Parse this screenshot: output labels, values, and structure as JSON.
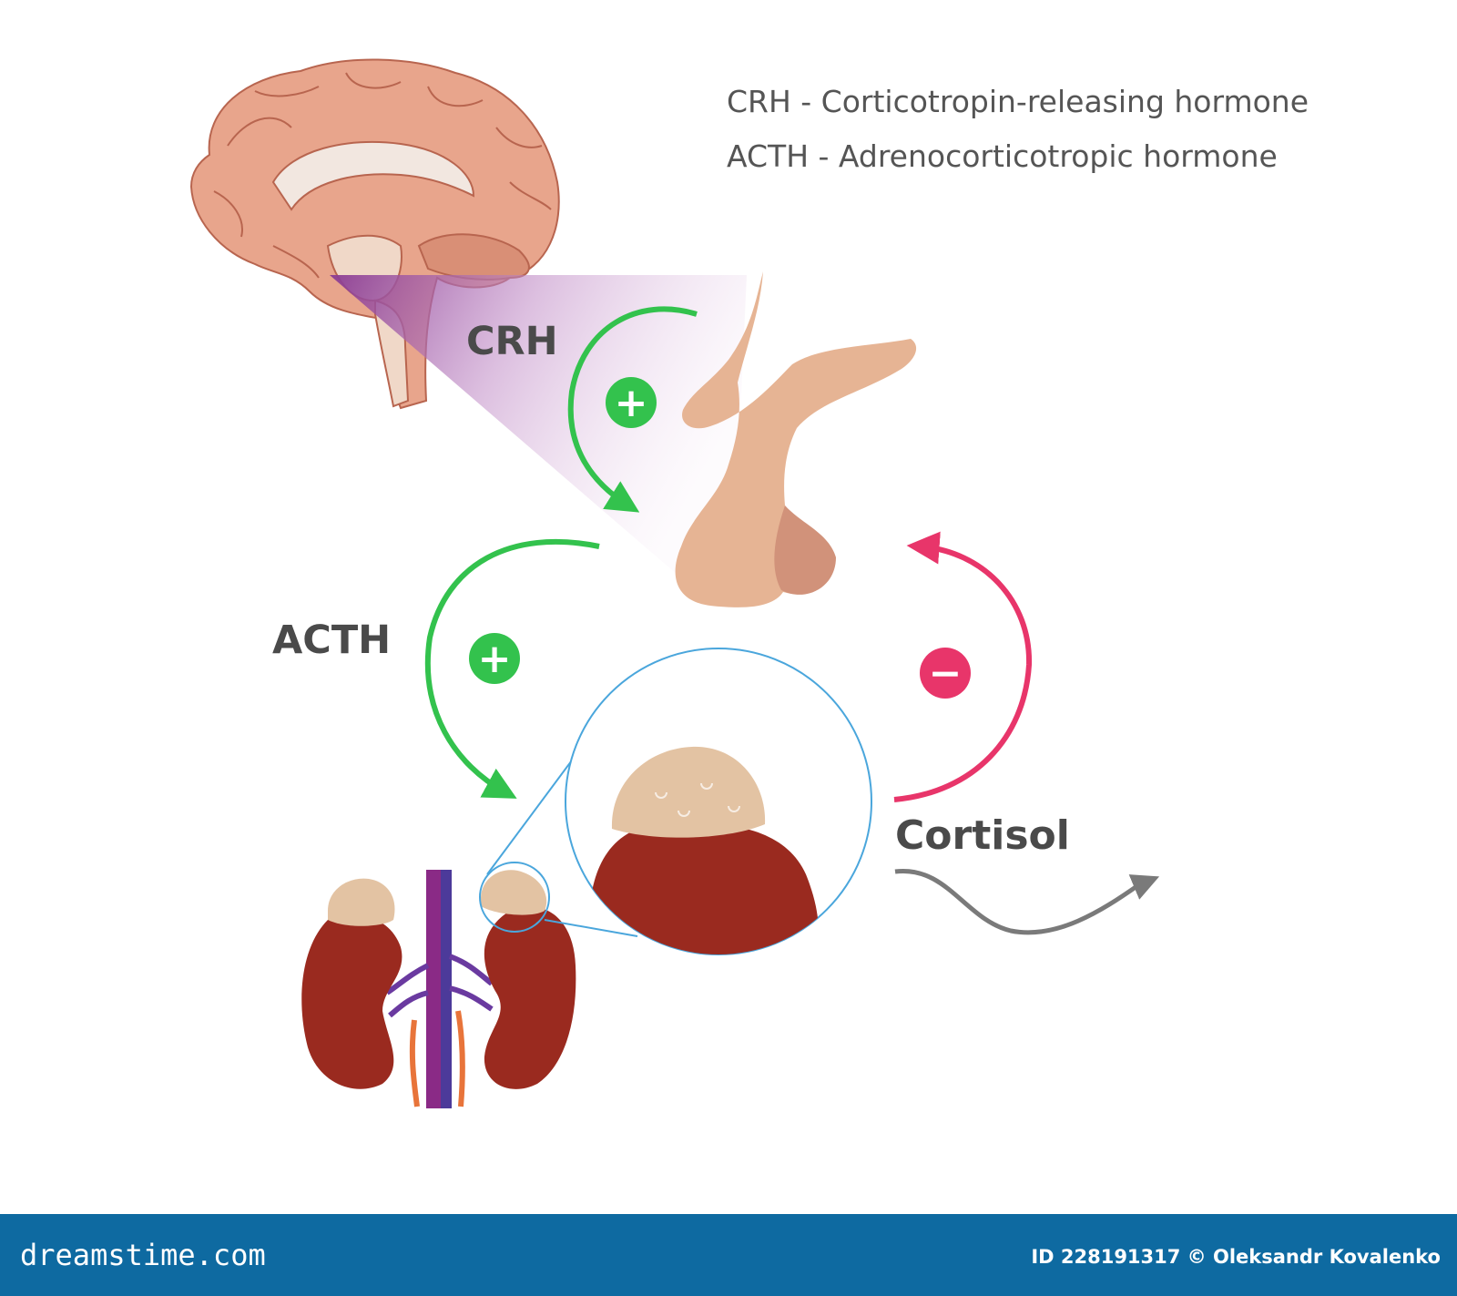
{
  "legend": {
    "crh_definition": "CRH - Corticotropin-releasing hormone",
    "acth_definition": "ACTH - Adrenocorticotropic hormone"
  },
  "labels": {
    "crh": "CRH",
    "acth": "ACTH",
    "cortisol": "Cortisol"
  },
  "signs": {
    "hypothalamus_to_pituitary": "+",
    "pituitary_to_adrenal": "+",
    "cortisol_feedback": "−"
  },
  "footer": {
    "brand": "dreamstime.com",
    "credit": "ID 228191317 © Oleksandr Kovalenko"
  },
  "colors": {
    "stimulation_arrow": "#33c24d",
    "inhibition_arrow": "#e8356a",
    "brain_fill": "#e8a58c",
    "pituitary_fill": "#e6b494",
    "kidney_fill": "#9a2a1f",
    "adrenal_fill": "#e3c3a3",
    "footer_bg": "#0e6aa1",
    "zoom_circle_stroke": "#4aa6dc"
  }
}
